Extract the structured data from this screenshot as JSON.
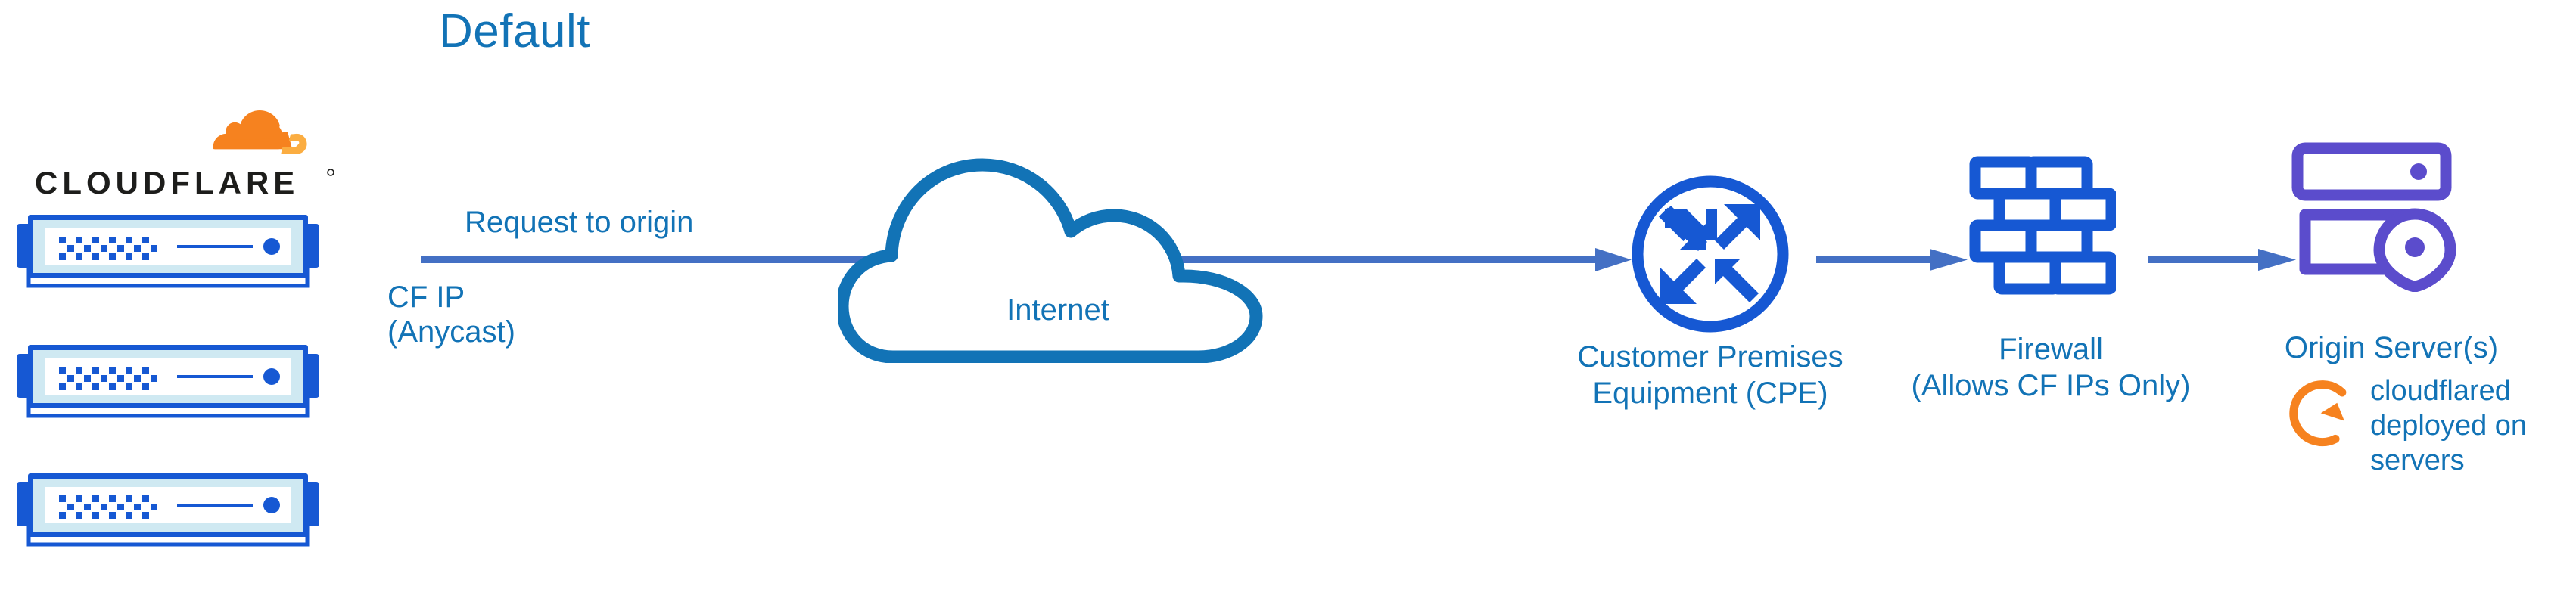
{
  "diagram": {
    "title": "Default",
    "colors": {
      "title_blue": "#1273b6",
      "label_blue": "#1273b6",
      "icon_blue": "#1658d3",
      "arrow_blue": "#4470c4",
      "cloud_blue": "#1273b6",
      "origin_purple": "#5b4ccc",
      "cloudflare_orange": "#f6821f",
      "cloudflare_orange_light": "#fbad41",
      "wordmark_black": "#1d1d1b",
      "rack_fill": "#d4edf5",
      "background": "#ffffff"
    }
  },
  "cloudflare_edge": {
    "logo": {
      "icon_name": "cloudflare-cloud-logo",
      "wordmark": "CLOUDFLARE",
      "trademark": "®"
    },
    "racks": [
      {
        "icon_name": "server-rack-icon",
        "index": 1
      },
      {
        "icon_name": "server-rack-icon",
        "index": 2
      },
      {
        "icon_name": "server-rack-icon",
        "index": 3
      }
    ]
  },
  "flow": {
    "request_label": "Request to origin",
    "cf_ip_label_line1": "CF IP",
    "cf_ip_label_line2": "(Anycast)",
    "arrow_main_icon": "arrow-right-icon",
    "arrow_cpe_firewall_icon": "arrow-right-icon",
    "arrow_firewall_origin_icon": "arrow-right-icon"
  },
  "internet": {
    "label": "Internet",
    "icon_name": "cloud-outline-icon"
  },
  "cpe": {
    "label_line1": "Customer Premises",
    "label_line2": "Equipment (CPE)",
    "icon_name": "router-four-arrows-icon"
  },
  "firewall": {
    "label_line1": "Firewall",
    "label_line2": "(Allows CF IPs Only)",
    "icon_name": "brick-wall-icon"
  },
  "origin": {
    "label": "Origin Server(s)",
    "icon_name": "server-location-pin-icon",
    "note": {
      "icon_name": "refresh-circular-arrow-icon",
      "line1": "cloudflared",
      "line2": "deployed on",
      "line3": "servers"
    }
  }
}
